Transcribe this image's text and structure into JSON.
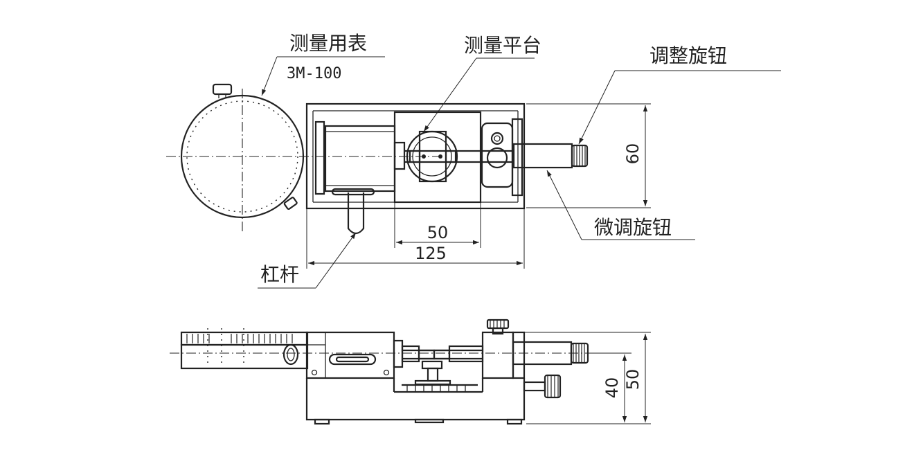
{
  "labels": {
    "gauge": "测量用表",
    "gauge_model": "3M-100",
    "platform": "测量平台",
    "adjust_knob": "调整旋钮",
    "fine_knob": "微调旋钮",
    "lever": "杠杆"
  },
  "dimensions": {
    "top_height": "60",
    "stage_width": "50",
    "base_length": "125",
    "side_height_40": "40",
    "side_height_50": "50"
  }
}
